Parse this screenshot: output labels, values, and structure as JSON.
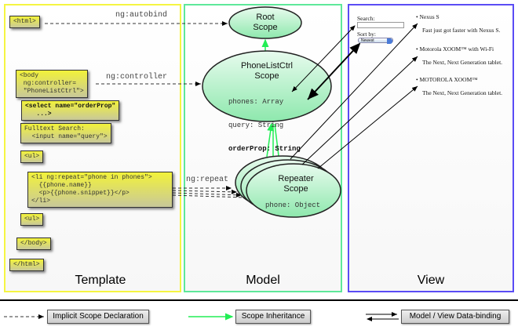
{
  "panels": {
    "template": "Template",
    "model": "Model",
    "view": "View"
  },
  "colors": {
    "template_border": "#f5f542",
    "model_border": "#5ee89a",
    "view_border": "#5a4cf5",
    "box_fill": "#f2f23a",
    "scope_fill": "#a8efc0",
    "inheritance": "#22ee55"
  },
  "template": {
    "html_open": "<html>",
    "body_open": "<body\n ng:controller=\n \"PhoneListCtrl\">",
    "select": "<select name=\"orderProp\"\n   ...>",
    "search": "Fulltext Search:\n  <input name=\"query\">",
    "ul_open": "<ul>",
    "li": "<li ng:repeat=\"phone in phones\">\n  {{phone.name}}\n  <p>{{phone.snippet}}</p>\n</li>",
    "ul_close": "<ul>",
    "body_close": "</body>",
    "html_close": "</html>"
  },
  "connectors": {
    "autobind": "ng:autobind",
    "controller": "ng:controller",
    "repeat": "ng:repeat"
  },
  "model": {
    "root_scope": "Root\nScope",
    "ctrl_scope": "PhoneListCtrl\nScope",
    "ctrl_props": [
      "phones: Array",
      "query: String",
      "orderProp: String"
    ],
    "repeater_scope": "Repeater\nScope",
    "repeater_props": "phone: Object"
  },
  "view": {
    "search_label": "Search:",
    "search_value": "",
    "sort_label": "Sort by:",
    "sort_value": "Newest",
    "phones": [
      {
        "name": "Nexus S",
        "snippet": "Fast just got faster with Nexus S."
      },
      {
        "name": "Motorola XOOM™  with Wi-Fi",
        "snippet": "The Next, Next Generation tablet."
      },
      {
        "name": "MOTOROLA XOOM™",
        "snippet": "The Next, Next Generation tablet."
      }
    ]
  },
  "legend": {
    "implicit": "Implicit Scope Declaration",
    "inheritance": "Scope Inheritance",
    "binding": "Model / View Data-binding"
  }
}
